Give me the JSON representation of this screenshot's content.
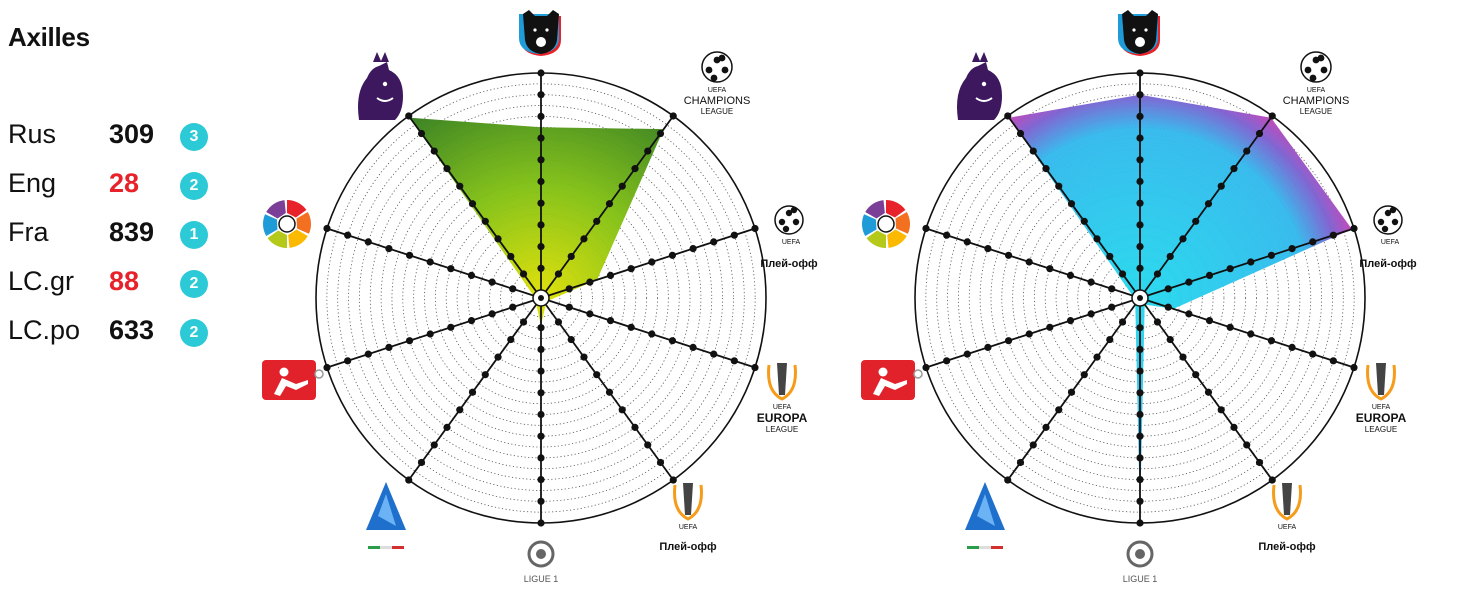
{
  "player": {
    "name": "Axilles"
  },
  "stats": [
    {
      "label": "Rus",
      "value": "309",
      "value_color": "#111111",
      "badge": "3"
    },
    {
      "label": "Eng",
      "value": "28",
      "value_color": "#e8222a",
      "badge": "2"
    },
    {
      "label": "Fra",
      "value": "839",
      "value_color": "#111111",
      "badge": "1"
    },
    {
      "label": "LC.gr",
      "value": "88",
      "value_color": "#e8222a",
      "badge": "2"
    },
    {
      "label": "LC.po",
      "value": "633",
      "value_color": "#111111",
      "badge": "2"
    }
  ],
  "colors": {
    "badge": "#2bcad6",
    "left_fill_outer": "#2f7a1a",
    "left_fill_mid": "#7fbf10",
    "left_fill_inner": "#e0e000",
    "right_fill_outer": "#c53fb5",
    "right_fill_inner": "#21d8ee"
  },
  "logos": {
    "ucl": [
      "UEFA",
      "CHAMPIONS",
      "LEAGUE"
    ],
    "ucl_playoff": [
      "UEFA",
      "Плей-офф"
    ],
    "uel": [
      "UEFA",
      "EUROPA",
      "LEAGUE"
    ],
    "uel_playoff": [
      "UEFA",
      "Плей-офф"
    ],
    "ligue1": [
      "LIGUE 1"
    ]
  },
  "chart_data": [
    {
      "type": "radar",
      "axes": [
        "RPL",
        "UCL",
        "UCL play-off",
        "UEL",
        "UEL play-off",
        "Ligue 1",
        "Serie A",
        "Bundesliga",
        "La Liga",
        "Premier League"
      ],
      "rings": 20,
      "values": [
        15,
        18.5,
        4.7,
        0,
        0,
        1.8,
        0,
        0,
        0,
        19.8
      ],
      "fill": "radial"
    },
    {
      "type": "radar",
      "axes": [
        "RPL",
        "UCL",
        "UCL play-off",
        "UEL",
        "UEL play-off",
        "Ligue 1",
        "Serie A",
        "Bundesliga",
        "La Liga",
        "Premier League"
      ],
      "rings": 20,
      "values": [
        18,
        19.8,
        19.8,
        2.5,
        0,
        19.5,
        0,
        0,
        0,
        19.8
      ],
      "fill": "radial"
    }
  ]
}
